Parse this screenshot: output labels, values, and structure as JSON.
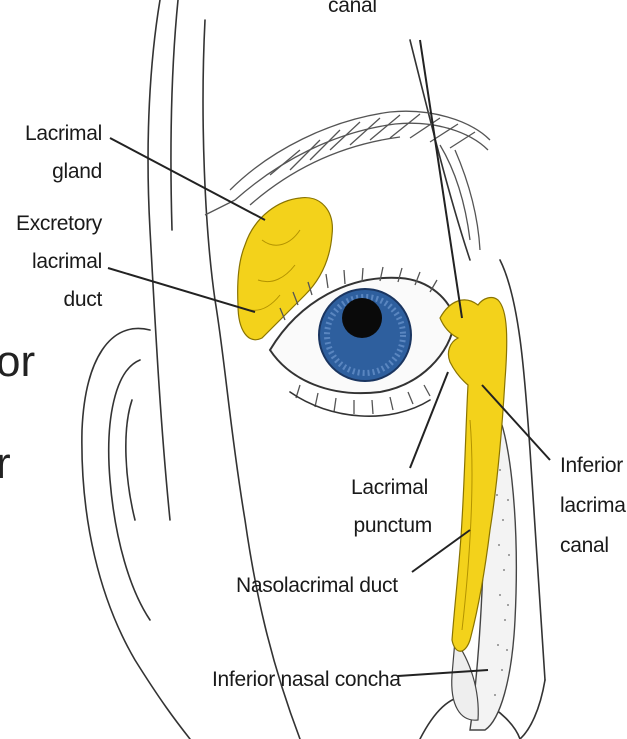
{
  "diagram": {
    "labels": {
      "top_canal": "canal",
      "lacrimal_gland": [
        "Lacrimal",
        "gland"
      ],
      "excretory_duct": [
        "Excretory",
        "lacrimal",
        "duct"
      ],
      "lacrimal_punctum": [
        "Lacrimal",
        "punctum"
      ],
      "nasolacrimal_duct": "Nasolacrimal duct",
      "inferior_lacrimal_canal": [
        "Inferior",
        "lacrimal",
        "canal"
      ],
      "inferior_nasal_concha": "Inferior nasal concha"
    },
    "side_fragment": [
      "or",
      "r"
    ],
    "colors": {
      "gland": "#f3d21b",
      "iris": "#2e5f9e",
      "pupil": "#0a0a0a",
      "lines": "#222222"
    }
  }
}
